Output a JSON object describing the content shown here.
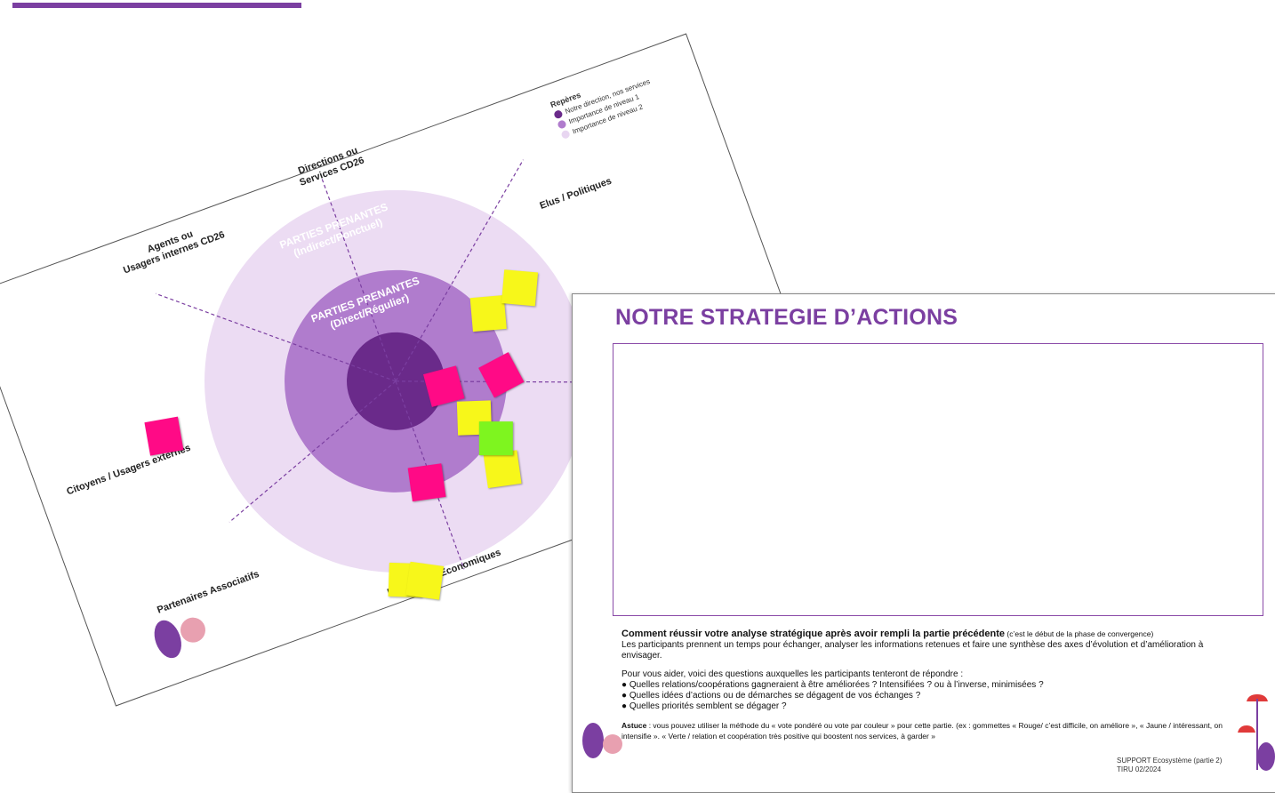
{
  "slide1": {
    "legend": {
      "title": "Repères",
      "items": [
        {
          "label": "Notre direction, nos services",
          "color": "#6a2a8a"
        },
        {
          "label": "Importance de niveau 1",
          "color": "#b07ccd"
        },
        {
          "label": "Importance de niveau 2",
          "color": "#e8d6f1"
        }
      ]
    },
    "sectors": {
      "directions": "Directions ou\nServices CD26",
      "agents": "Agents ou\nUsagers internes CD26",
      "elus": "Elus / Politiques",
      "citoyens": "Citoyens / Usagers externes",
      "associatifs": "Partenaires Associatifs",
      "economiques": "Partenaires Economiques"
    },
    "outer_ring_label": "PARTIES PRENANTES\n(Indirect/Ponctuel)",
    "inner_ring_label": "PARTIES PRENANTES\n(Direct/Régulier)",
    "colors": {
      "center": "#6a2a8a",
      "ring1": "#b07ccd",
      "ring2": "#ecdcf3"
    }
  },
  "slide2": {
    "title": "NOTRE STRATEGIE D’ACTIONS",
    "q_title": "Comment réussir votre analyse stratégique après avoir rempli la partie précédente",
    "q_note": " (c’est le début de la phase de convergence)",
    "intro": "Les participants prennent un temps pour échanger, analyser les informations retenues et faire une synthèse des axes d’évolution et d’amélioration à envisager.",
    "help": "Pour vous aider, voici des questions auxquelles les participants tenteront de répondre :",
    "bullets": [
      "● Quelles relations/coopérations gagneraient à être améliorées ? Intensifiées ? ou à l’inverse, minimisées ?",
      "● Quelles idées d’actions ou de démarches se dégagent de vos échanges ?",
      "● Quelles priorités semblent se dégager ?"
    ],
    "astuce_label": "Astuce",
    "astuce_text": " : vous pouvez utiliser la méthode du « vote pondéré ou vote par couleur » pour cette partie. (ex : gommettes « Rouge/ c’est difficile, on améliore », « Jaune / intéressant, on intensifie ». « Verte / relation et coopération très positive qui boostent nos services, à garder »",
    "footer_line1": "SUPPORT Ecosystème (partie 2)",
    "footer_line2": "TIRU 02/2024",
    "accent": "#7b3fa1"
  }
}
